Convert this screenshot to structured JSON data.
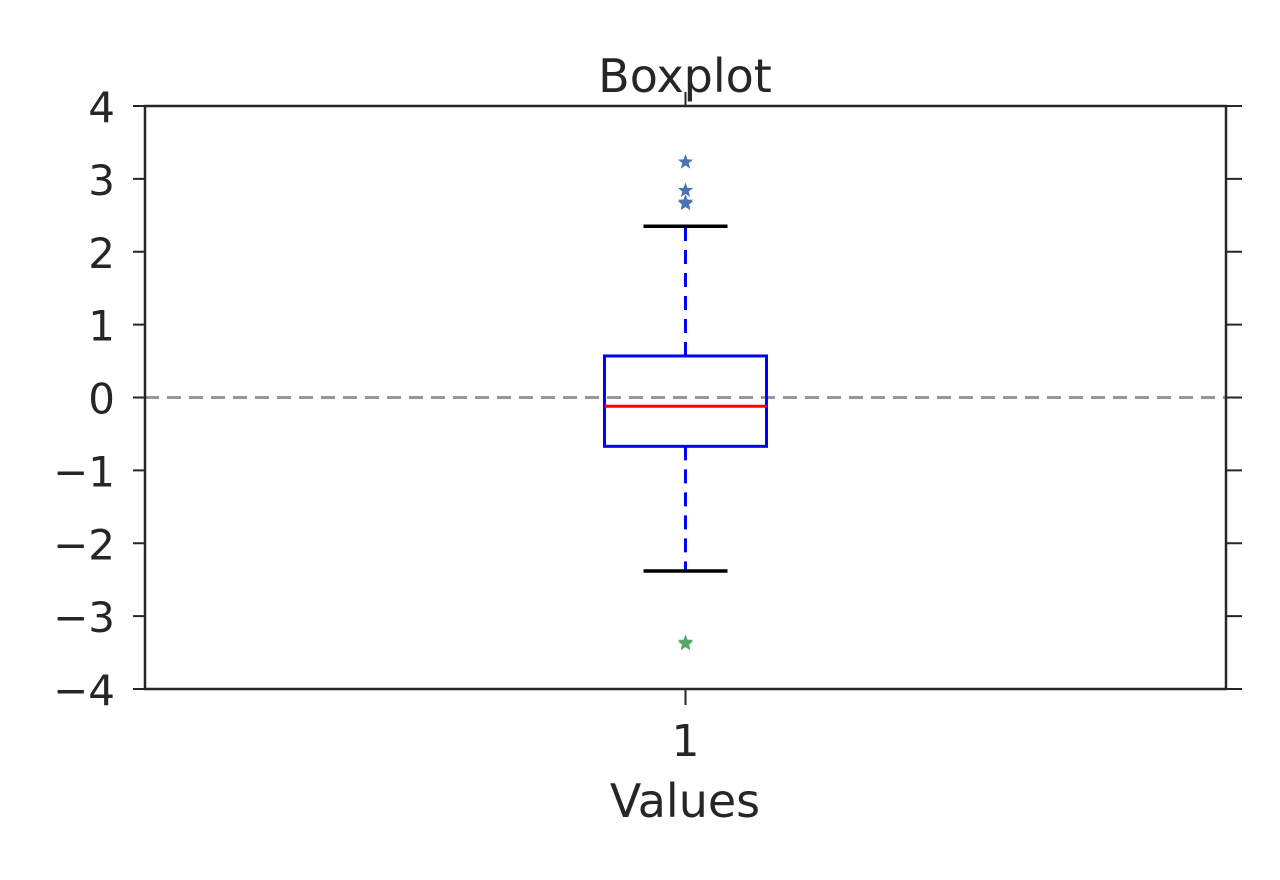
{
  "chart_data": {
    "type": "boxplot",
    "title": "Boxplot",
    "xlabel": "Values",
    "ylabel": "",
    "ylim": [
      -4,
      4
    ],
    "yticks": [
      {
        "value": 4,
        "label": "4"
      },
      {
        "value": 3,
        "label": "3"
      },
      {
        "value": 2,
        "label": "2"
      },
      {
        "value": 1,
        "label": "1"
      },
      {
        "value": 0,
        "label": "0"
      },
      {
        "value": -1,
        "label": "−1"
      },
      {
        "value": -2,
        "label": "−2"
      },
      {
        "value": -3,
        "label": "−3"
      },
      {
        "value": -4,
        "label": "−4"
      }
    ],
    "categories": [
      "1"
    ],
    "grid": false,
    "reference_line": {
      "y": 0,
      "style": "dashed",
      "color": "#999999"
    },
    "boxes": [
      {
        "category": "1",
        "whisker_low": -2.38,
        "q1": -0.67,
        "median": -0.12,
        "q3": 0.57,
        "whisker_high": 2.35,
        "outliers_high": [
          3.23,
          2.84,
          2.68,
          2.66
        ],
        "outliers_low": [
          -3.36,
          -3.38
        ]
      }
    ],
    "colors": {
      "box": "#0000ff",
      "whisker": "#0000ff",
      "cap": "#000000",
      "median": "#ff0000",
      "outlier_high": "#4c72b0",
      "outlier_low": "#55a868",
      "axes": "#262626",
      "text": "#262626"
    }
  }
}
